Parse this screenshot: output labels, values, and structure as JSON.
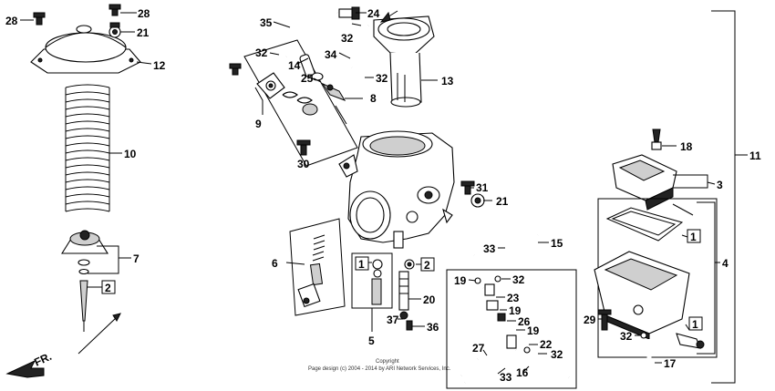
{
  "diagram": {
    "labels": [
      "28",
      "28",
      "21",
      "12",
      "10",
      "7",
      "2",
      "35",
      "24",
      "32",
      "14",
      "25",
      "9",
      "8",
      "13",
      "34",
      "32",
      "32",
      "30",
      "31",
      "21",
      "18",
      "3",
      "11",
      "1",
      "4",
      "15",
      "33",
      "6",
      "1",
      "2",
      "20",
      "37",
      "36",
      "5",
      "19",
      "32",
      "23",
      "19",
      "26",
      "19",
      "22",
      "32",
      "27",
      "33",
      "16",
      "29",
      "32",
      "1",
      "17"
    ],
    "boxed_labels": [
      "2",
      "1",
      "2",
      "1",
      "1"
    ],
    "copyright_line1": "Copyright",
    "copyright_line2": "Page design (c) 2004 - 2014 by ARI Network Services, Inc.",
    "direction_label": "FR."
  }
}
